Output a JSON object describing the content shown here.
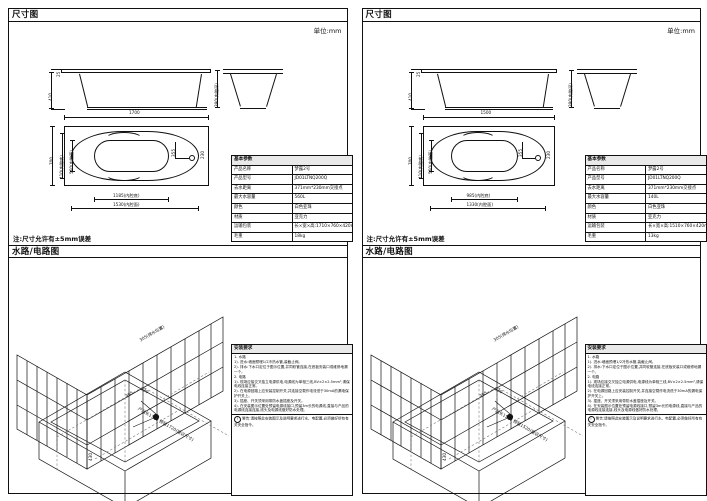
{
  "sheet": {
    "unit_label": "单位:mm",
    "section_dimension": "尺寸图",
    "section_circuit": "水路/电路图",
    "tolerance_note": "注:尺寸允许有±5mm误差"
  },
  "panels": [
    {
      "id": "panel-1700",
      "dimension_drawing": {
        "front_view": {
          "height_label": "410",
          "rim_label": "25"
        },
        "side_view": {
          "height_label": "390(内腔深)"
        },
        "plan_view": {
          "overall_length": "1700",
          "overall_width": "700",
          "inner_width_bottom": "410(内腔底)",
          "inner_width_top": "560(内腔面)",
          "inner_length_bottom": "1185(内腔底)",
          "inner_length_top": "1530(内腔面)",
          "drain_offset_x": "355",
          "drain_offset_y": "230"
        }
      },
      "param_table": {
        "title": "基本参数",
        "rows": [
          {
            "key": "产品名称",
            "value": "梦露2号"
          },
          {
            "key": "产品型号",
            "value": "JD01LTNQ200Q"
          },
          {
            "key": "去水距离",
            "value": "371mm*230mm交接点"
          },
          {
            "key": "最大水容量",
            "value": "560L"
          },
          {
            "key": "颜色",
            "value": "白色亚珠"
          },
          {
            "key": "材质",
            "value": "亚克力"
          },
          {
            "key": "运输包装",
            "value": "长×宽×高:1710×760×420mm"
          },
          {
            "key": "毛重",
            "value": "18kg"
          }
        ]
      },
      "iso_labels": {
        "back_wall": "305(排水位置)",
        "drain_center": "230",
        "front_offset": "355",
        "length_note": "产品长1700  预留1720(建议尺寸)",
        "height_note": "430"
      },
      "requirements": {
        "title": "安装要求",
        "lines": [
          "1. 水路",
          "1). 进水:墙面预埋1/2冷热水管,装截止阀。",
          "2). 排水:下水口定位于图示位置,并同软管连接,在底板安装口或维修地漏一个。",
          "2. 电路",
          "1). 现场应接交叉独立电源供电,电源线为单相三线,BV×2×2.5mm²,请保电线连接正常。",
          "2). 在电源回路上应安装控制开关,并连接空载作电流低于30mA的漏电保护开关上。",
          "3). 插座、开关须采用带防水盖插座及开关。",
          "4). 在安装图示位置处预留电源线接口,预留3m长的电源线,直接与产品的电源线连接连接,线头及电源线做好防水处理。"
        ],
        "warning": "警告:请按照此安装图示及说明要求进行水、电配置,必须做好所有有关安全指令。"
      }
    },
    {
      "id": "panel-1500",
      "dimension_drawing": {
        "front_view": {
          "height_label": "410",
          "rim_label": "25"
        },
        "side_view": {
          "height_label": "390(内腔深)"
        },
        "plan_view": {
          "overall_length": "1500",
          "overall_width": "700",
          "inner_width_bottom": "410(内腔底)",
          "inner_width_top": "560(内腔面)",
          "inner_length_bottom": "985(内腔底)",
          "inner_length_top": "1330(内腔面)",
          "drain_offset_x": "355",
          "drain_offset_y": "230"
        }
      },
      "param_table": {
        "title": "基本参数",
        "rows": [
          {
            "key": "产品名称",
            "value": "梦露2号"
          },
          {
            "key": "产品型号",
            "value": "JD01LTNQ200Q"
          },
          {
            "key": "去水距离",
            "value": "371mm*230mm交接点"
          },
          {
            "key": "最大水容量",
            "value": "140L"
          },
          {
            "key": "颜色",
            "value": "白色亚珠"
          },
          {
            "key": "材质",
            "value": "亚克力"
          },
          {
            "key": "运输包装",
            "value": "长×宽×高:1510×760×420mm"
          },
          {
            "key": "毛重",
            "value": "13kg"
          }
        ]
      },
      "iso_labels": {
        "back_wall": "305(排水位置)",
        "drain_center": "230",
        "front_offset": "355",
        "length_note": "产品长1500  预留1520(建议尺寸)",
        "height_note": "430"
      },
      "requirements": {
        "title": "安装要求",
        "lines": [
          "1. 水路",
          "1). 进水:墙面预埋1/2冷热水管,装截止阀。",
          "2). 排水:下水口定位于图示位置,并同软管连接,在底板安装口或维修地漏一个。",
          "2. 电路",
          "1). 现场应接交叉独立电源供电,电源线为单相三线,BV×2×2.5mm²,请保电线连接正常。",
          "2). 在电源回路上应安装控制开关,并连接空载作电流低于30mA的漏电保护开关上。",
          "3). 插座、开关须采用带防水盖插座及开关。",
          "4). 在安装图示位置处预留电源线接口,预留3m长的电源线,直接与产品的电源线连接连接,线头及电源线做好防水处理。"
        ],
        "warning": "警告:请按照此安装图示及说明要求进行水、电配置,必须做好所有有关安全指令。"
      }
    }
  ]
}
